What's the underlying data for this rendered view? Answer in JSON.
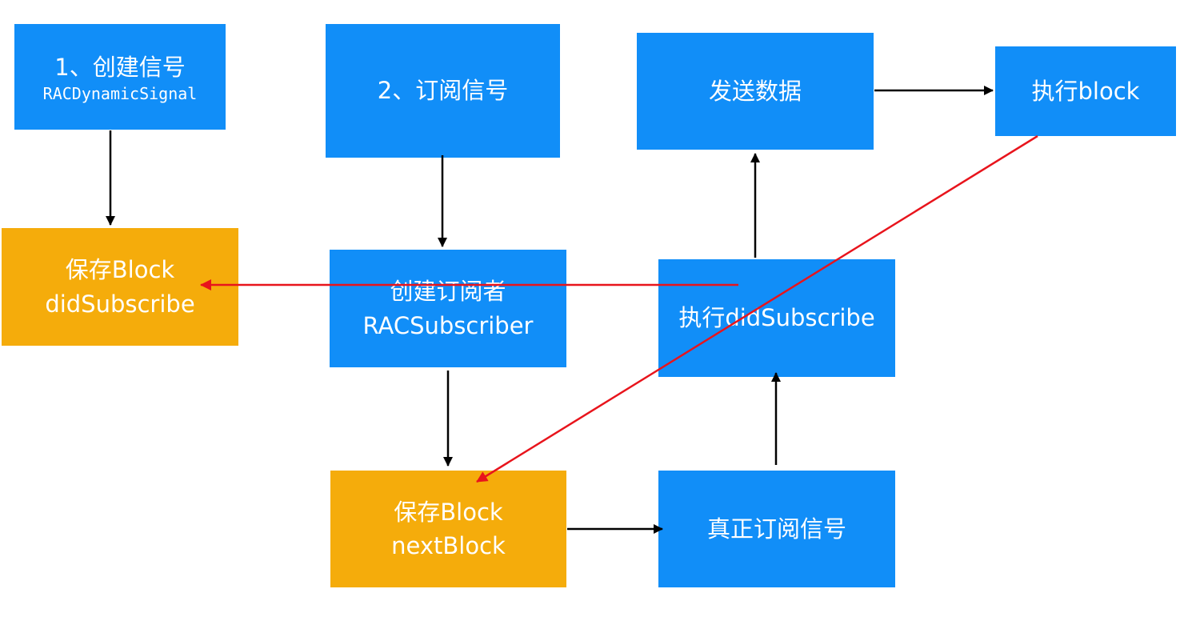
{
  "colors": {
    "process_box": "#118ef8",
    "store_box": "#f5ac0b",
    "flow_arrow": "#000000",
    "callback_arrow": "#e8141c"
  },
  "boxes": {
    "create_signal": {
      "line1": "1、创建信号",
      "line2": "RACDynamicSignal"
    },
    "save_did_subscribe": {
      "line1": "保存Block",
      "line2": "didSubscribe"
    },
    "subscribe_signal": {
      "line1": "2、订阅信号"
    },
    "create_subscriber": {
      "line1": "创建订阅者",
      "line2": "RACSubscriber"
    },
    "save_next_block": {
      "line1": "保存Block",
      "line2": "nextBlock"
    },
    "send_data": {
      "line1": "发送数据"
    },
    "run_did_subscribe": {
      "line1": "执行didSubscribe"
    },
    "real_subscribe": {
      "line1": "真正订阅信号"
    },
    "run_block": {
      "line1": "执行block"
    }
  }
}
